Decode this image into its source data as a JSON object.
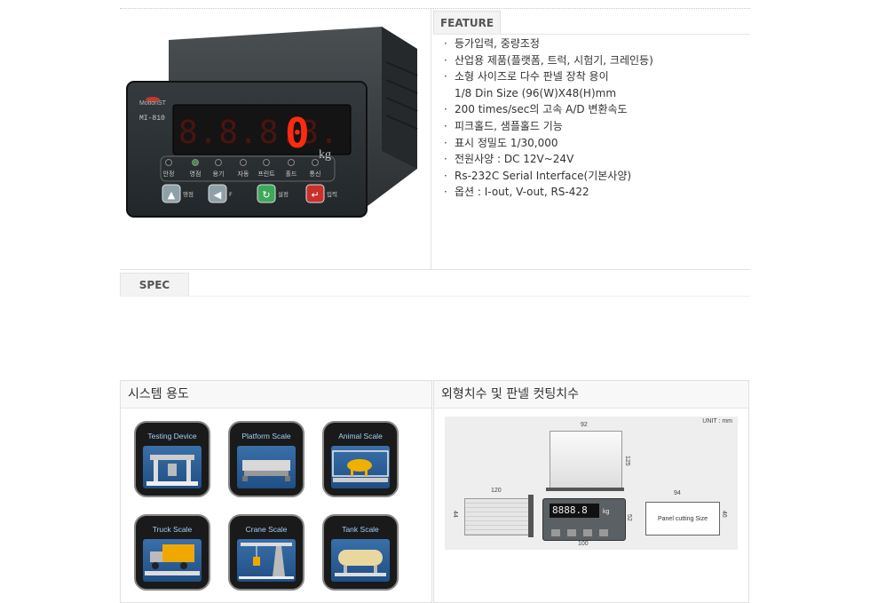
{
  "product": {
    "brand": "MotionST",
    "model": "MI-810",
    "display_digits": "8.8.8.8.",
    "display_value": "0",
    "unit": "kg",
    "indicators": [
      "안정",
      "영점",
      "용기",
      "자동",
      "프린트",
      "홀드",
      "통신"
    ],
    "buttons": [
      {
        "sub": "영점",
        "glyph": "▲"
      },
      {
        "sub": "F",
        "glyph": "◀"
      },
      {
        "sub": "설정",
        "glyph": "↻"
      },
      {
        "sub": "입력",
        "glyph": "↵"
      }
    ]
  },
  "feature": {
    "tab_label": "FEATURE",
    "items": [
      {
        "bullet": "·",
        "text": "등가입력, 중량조정"
      },
      {
        "bullet": "·",
        "text": "산업용 제품(플랫폼, 트럭, 시험기, 크레인등)"
      },
      {
        "bullet": "·",
        "text": "소형 사이즈로 다수 판넬 장착 용이"
      },
      {
        "bullet": "",
        "text": "1/8 Din Size (96(W)X48(H)mm"
      },
      {
        "bullet": "·",
        "text": "200 times/sec의 고속 A/D 변환속도"
      },
      {
        "bullet": "·",
        "text": "피크홀드, 샘플홀드 기능"
      },
      {
        "bullet": "·",
        "text": "표시 정밀도 1/30,000"
      },
      {
        "bullet": "·",
        "text": "전원사양 : DC 12V~24V"
      },
      {
        "bullet": "·",
        "text": "Rs-232C Serial Interface(기본사양)"
      },
      {
        "bullet": "·",
        "text": "옵션 : I-out, V-out, RS-422"
      }
    ]
  },
  "spec": {
    "tab_label": "SPEC"
  },
  "system": {
    "title": "시스템 용도",
    "apps": [
      "Testing Device",
      "Platform Scale",
      "Animal Scale",
      "Truck Scale",
      "Crane Scale",
      "Tank Scale"
    ]
  },
  "dimensions": {
    "title": "외형치수 및 판넬 컷팅치수",
    "unit_label": "UNIT : mm",
    "labels": {
      "w92": "92",
      "h125": "125",
      "d120": "120",
      "h44": "44",
      "h52": "52",
      "w100": "100",
      "w94": "94",
      "h46": "46"
    },
    "panel_label": "Panel cutting Size",
    "front_digits": "8888.8",
    "front_unit": "kg"
  },
  "colors": {
    "accent_red": "#e8280c",
    "display_bg": "#181818",
    "diagram_bg": "#eeeeee"
  }
}
